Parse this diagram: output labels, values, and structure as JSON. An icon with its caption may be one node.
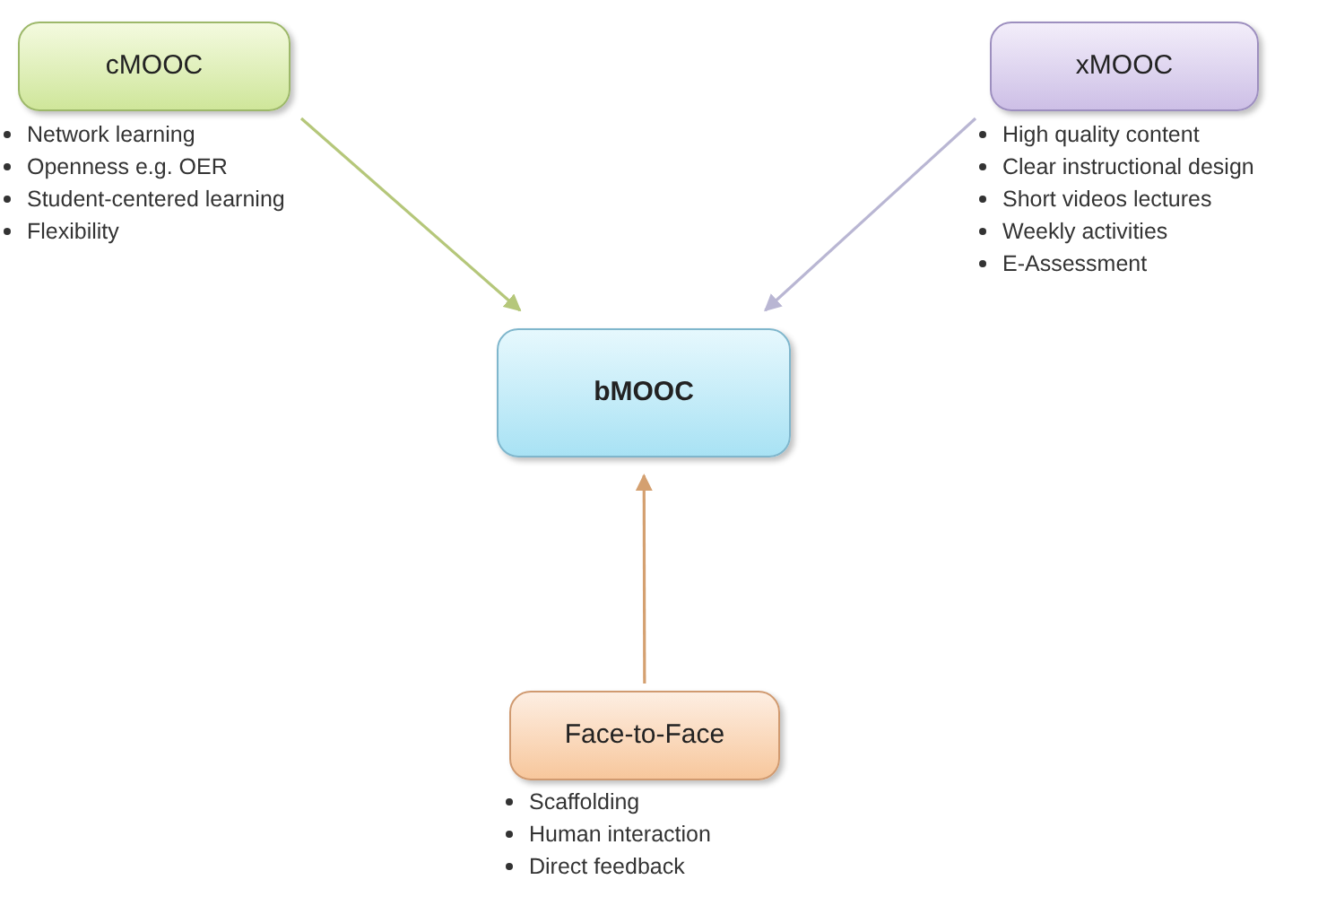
{
  "diagram": {
    "nodes": [
      {
        "text": [
          "cMOOC"
        ],
        "beside": [
          "Network learning",
          "Openness e.g. OER",
          "Student-centered learning",
          "Flexibility"
        ]
      },
      {
        "text": [
          "xMOOC"
        ],
        "beside": [
          "High quality content",
          "Clear instructional design",
          "Short videos lectures",
          "Weekly activities",
          "E-Assessment"
        ]
      },
      {
        "text": [
          "bMOOC"
        ]
      },
      {
        "text": [
          "Face-to-Face"
        ],
        "beside": [
          "Scaffolding",
          "Human interaction",
          "Direct feedback"
        ]
      }
    ],
    "edges": [
      {
        "from": 0,
        "to": 2,
        "arrow": "to",
        "color": "#b5c77a"
      },
      {
        "from": 1,
        "to": 2,
        "arrow": "to",
        "color": "#b9b6d3"
      },
      {
        "from": 3,
        "to": 2,
        "arrow": "to",
        "color": "#d4a070"
      }
    ]
  }
}
